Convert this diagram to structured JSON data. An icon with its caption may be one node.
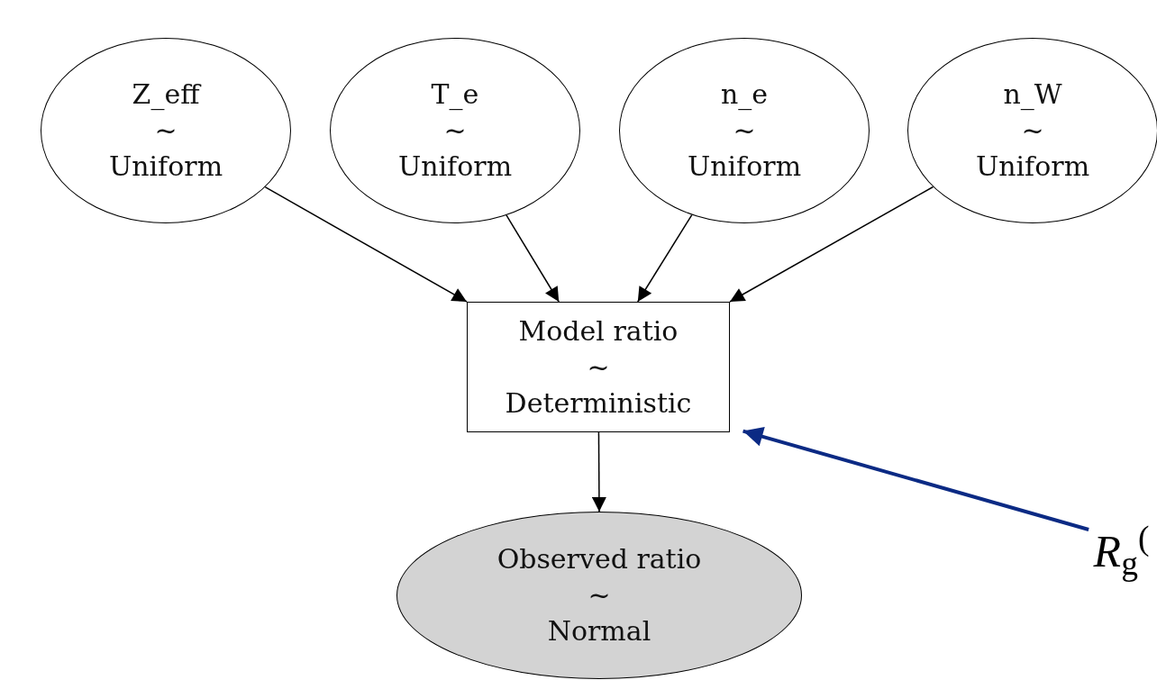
{
  "diagram": {
    "nodes": [
      {
        "text": [
          "Z_eff",
          "~",
          "Uniform"
        ]
      },
      {
        "text": [
          "T_e",
          "~",
          "Uniform"
        ]
      },
      {
        "text": [
          "n_e",
          "~",
          "Uniform"
        ]
      },
      {
        "text": [
          "n_W",
          "~",
          "Uniform"
        ]
      },
      {
        "text": [
          "Model ratio",
          "~",
          "Deterministic"
        ]
      },
      {
        "text": [
          "Observed ratio",
          "~",
          "Normal"
        ]
      },
      {
        "text": [
          "*R*$_{g}$$^{(}$"
        ]
      }
    ],
    "edges": [
      {
        "from": 0,
        "to": 4,
        "arrow": "to"
      },
      {
        "from": 1,
        "to": 4,
        "arrow": "to"
      },
      {
        "from": 2,
        "to": 4,
        "arrow": "to"
      },
      {
        "from": 3,
        "to": 4,
        "arrow": "to"
      },
      {
        "from": 4,
        "to": 5,
        "arrow": "to"
      },
      {
        "from": 6,
        "to": 4,
        "arrow": "to",
        "style": "thick",
        "color": "#0b2a84"
      }
    ]
  }
}
